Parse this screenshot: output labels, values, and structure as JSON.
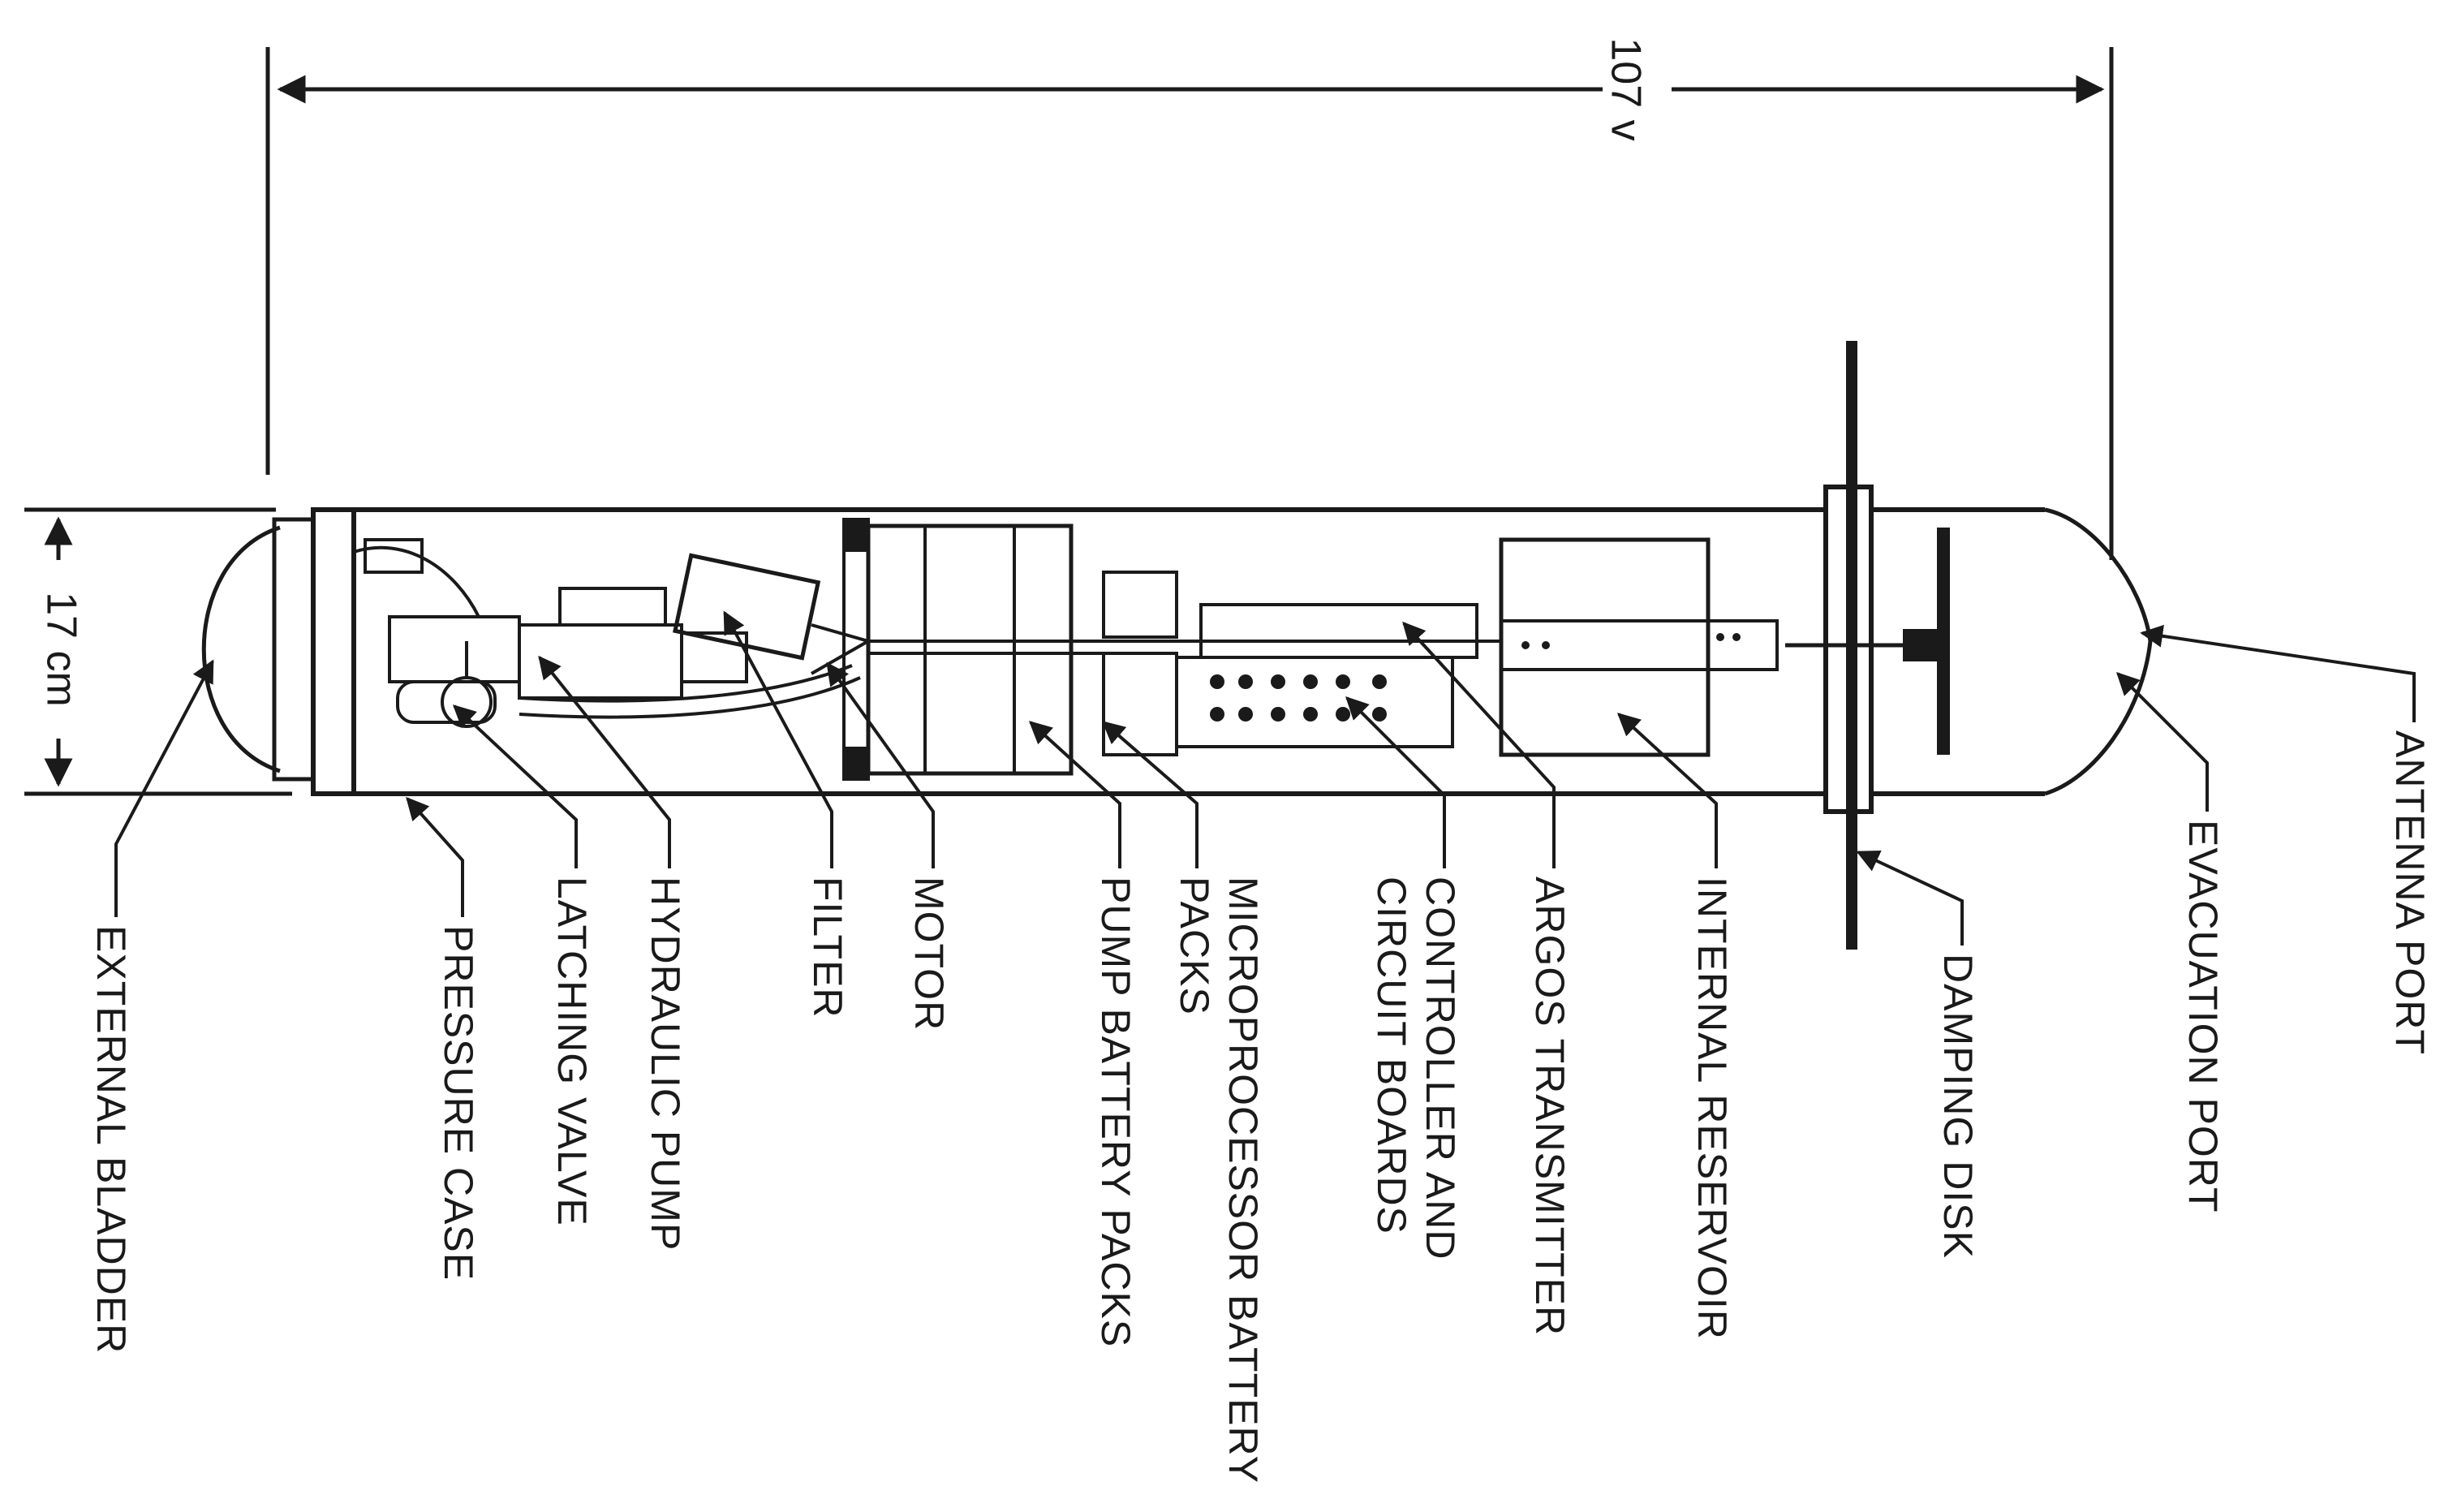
{
  "dimensions": {
    "length": "107 v",
    "diameter": "17 cm"
  },
  "labels": {
    "external_bladder": "EXTERNAL BLADDER",
    "pressure_case": "PRESSURE CASE",
    "latching_valve": "LATCHING VALVE",
    "hydraulic_pump": "HYDRAULIC PUMP",
    "filter": "FILTER",
    "motor": "MOTOR",
    "pump_battery_packs": "PUMP BATTERY PACKS",
    "microprocessor_battery_l1": "MICROPROCESSOR BATTERY",
    "microprocessor_battery_l2": "PACKS",
    "controller_l1": "CONTROLLER AND",
    "controller_l2": "CIRCUIT BOARDS",
    "argos_transmitter": "ARGOS TRANSMITTER",
    "internal_reservoir": "INTERNAL RESERVOIR",
    "damping_disk": "DAMPING DISK",
    "evacuation_port": "EVACUATION PORT",
    "antenna_port": "ANTENNA PORT"
  },
  "colors": {
    "ink": "#1a1a1a",
    "background": "#ffffff"
  }
}
